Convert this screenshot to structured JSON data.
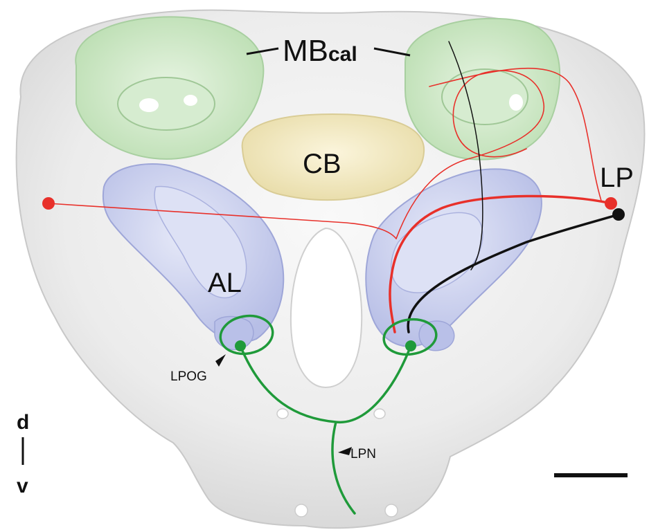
{
  "labels": {
    "mb": "MB",
    "mb_sub": "cal",
    "cb": "CB",
    "al": "AL",
    "lp": "LP",
    "lpog": "LPOG",
    "lpn": "LPN",
    "dorsal": "d",
    "ventral": "v"
  },
  "colors": {
    "brain": "#ebebeb",
    "mushroom_body": "#cfe8c8",
    "central_body": "#f2e7b8",
    "antennal_lobe": "#c3c9ea",
    "red_neuron": "#e8302a",
    "black_neuron": "#111111",
    "green_nerve": "#1f9a3a"
  }
}
